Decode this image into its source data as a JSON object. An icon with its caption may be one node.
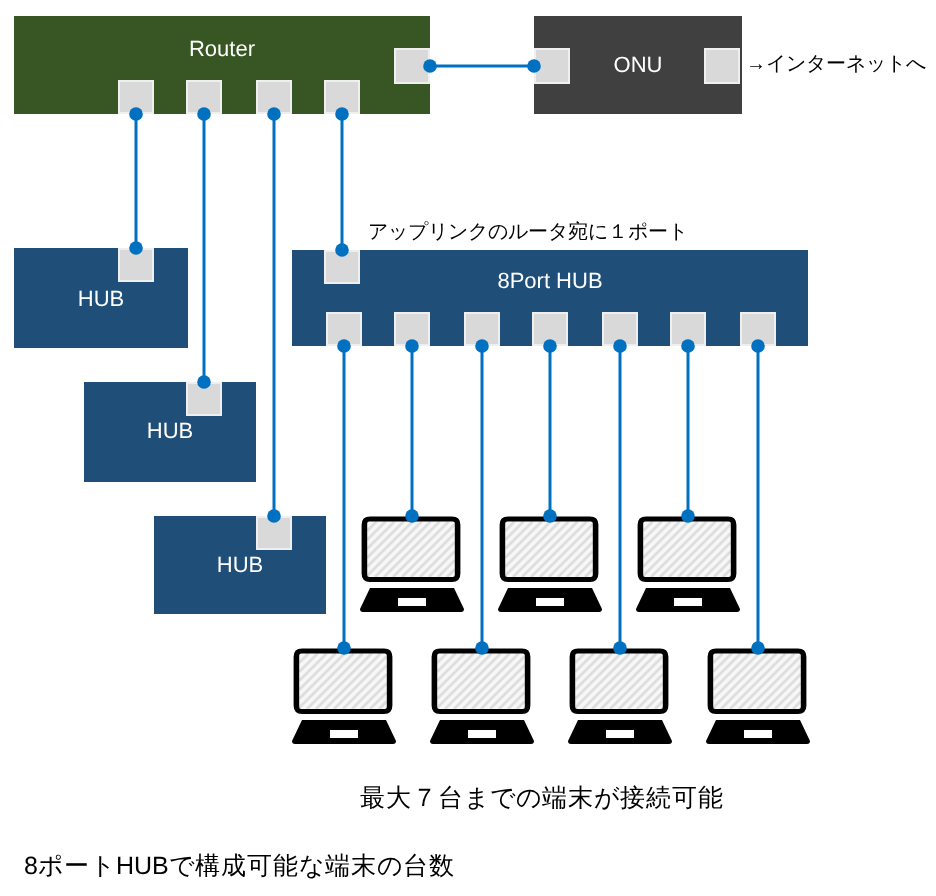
{
  "diagram": {
    "caption": "8ポートHUBで構成可能な端末の台数",
    "nodes": [
      {
        "text": [
          "Router"
        ]
      },
      {
        "text": [],
        "shape": "box",
        "in": 0
      },
      {
        "text": [],
        "shape": "box",
        "in": 0
      },
      {
        "text": [],
        "shape": "box",
        "in": 0
      },
      {
        "text": [],
        "shape": "box",
        "in": 0
      },
      {
        "text": [],
        "shape": "box",
        "in": 0
      },
      {
        "text": [
          "ONU"
        ]
      },
      {
        "text": [],
        "shape": "box",
        "in": 6
      },
      {
        "text": [],
        "shape": "box",
        "in": 6
      },
      {
        "text": [
          "HUB"
        ]
      },
      {
        "text": [],
        "shape": "box",
        "in": 9
      },
      {
        "text": [
          "8Port HUB"
        ]
      },
      {
        "text": [],
        "shape": "box",
        "in": 11
      },
      {
        "text": [],
        "shape": "box",
        "in": 11
      },
      {
        "text": [],
        "shape": "box",
        "in": 11
      },
      {
        "text": [],
        "shape": "box",
        "in": 11
      },
      {
        "text": [],
        "shape": "box",
        "in": 11
      },
      {
        "text": [],
        "shape": "box",
        "in": 11
      },
      {
        "text": [],
        "shape": "box",
        "in": 11
      },
      {
        "text": [],
        "shape": "box",
        "in": 11
      },
      {
        "text": [
          "HUB"
        ]
      },
      {
        "text": [],
        "shape": "box",
        "in": 20
      },
      {
        "text": [
          "HUB"
        ]
      },
      {
        "text": [],
        "shape": "box",
        "in": 22
      },
      {
        "text": [],
        "shape": "picture"
      },
      {
        "text": [],
        "shape": "picture"
      },
      {
        "text": [],
        "shape": "picture"
      },
      {
        "text": [],
        "shape": "picture"
      },
      {
        "text": [],
        "shape": "picture"
      },
      {
        "text": [],
        "shape": "picture"
      },
      {
        "text": [],
        "shape": "picture"
      }
    ],
    "edges": [
      {
        "from": 1,
        "to": 7,
        "arrow": "other"
      },
      {
        "from": 2,
        "to": 10,
        "arrow": "other"
      },
      {
        "from": 3,
        "to": 21,
        "arrow": "other"
      },
      {
        "from": 4,
        "to": 23,
        "arrow": "other"
      },
      {
        "from": 5,
        "to": 12,
        "arrow": "other"
      },
      {
        "from": 13,
        "to": 27,
        "arrow": "other"
      },
      {
        "from": 14,
        "to": 24,
        "arrow": "other"
      },
      {
        "from": 15,
        "to": 28,
        "arrow": "other"
      },
      {
        "from": 16,
        "to": 25,
        "arrow": "other"
      },
      {
        "from": 17,
        "to": 29,
        "arrow": "other"
      },
      {
        "from": 18,
        "to": 26,
        "arrow": "other"
      },
      {
        "from": 19,
        "to": 30,
        "arrow": "other"
      }
    ],
    "labels": [
      "→インターネットへ",
      "アップリンクのルータ宛に１ポート",
      "最大７台までの端末が接続可能"
    ]
  }
}
